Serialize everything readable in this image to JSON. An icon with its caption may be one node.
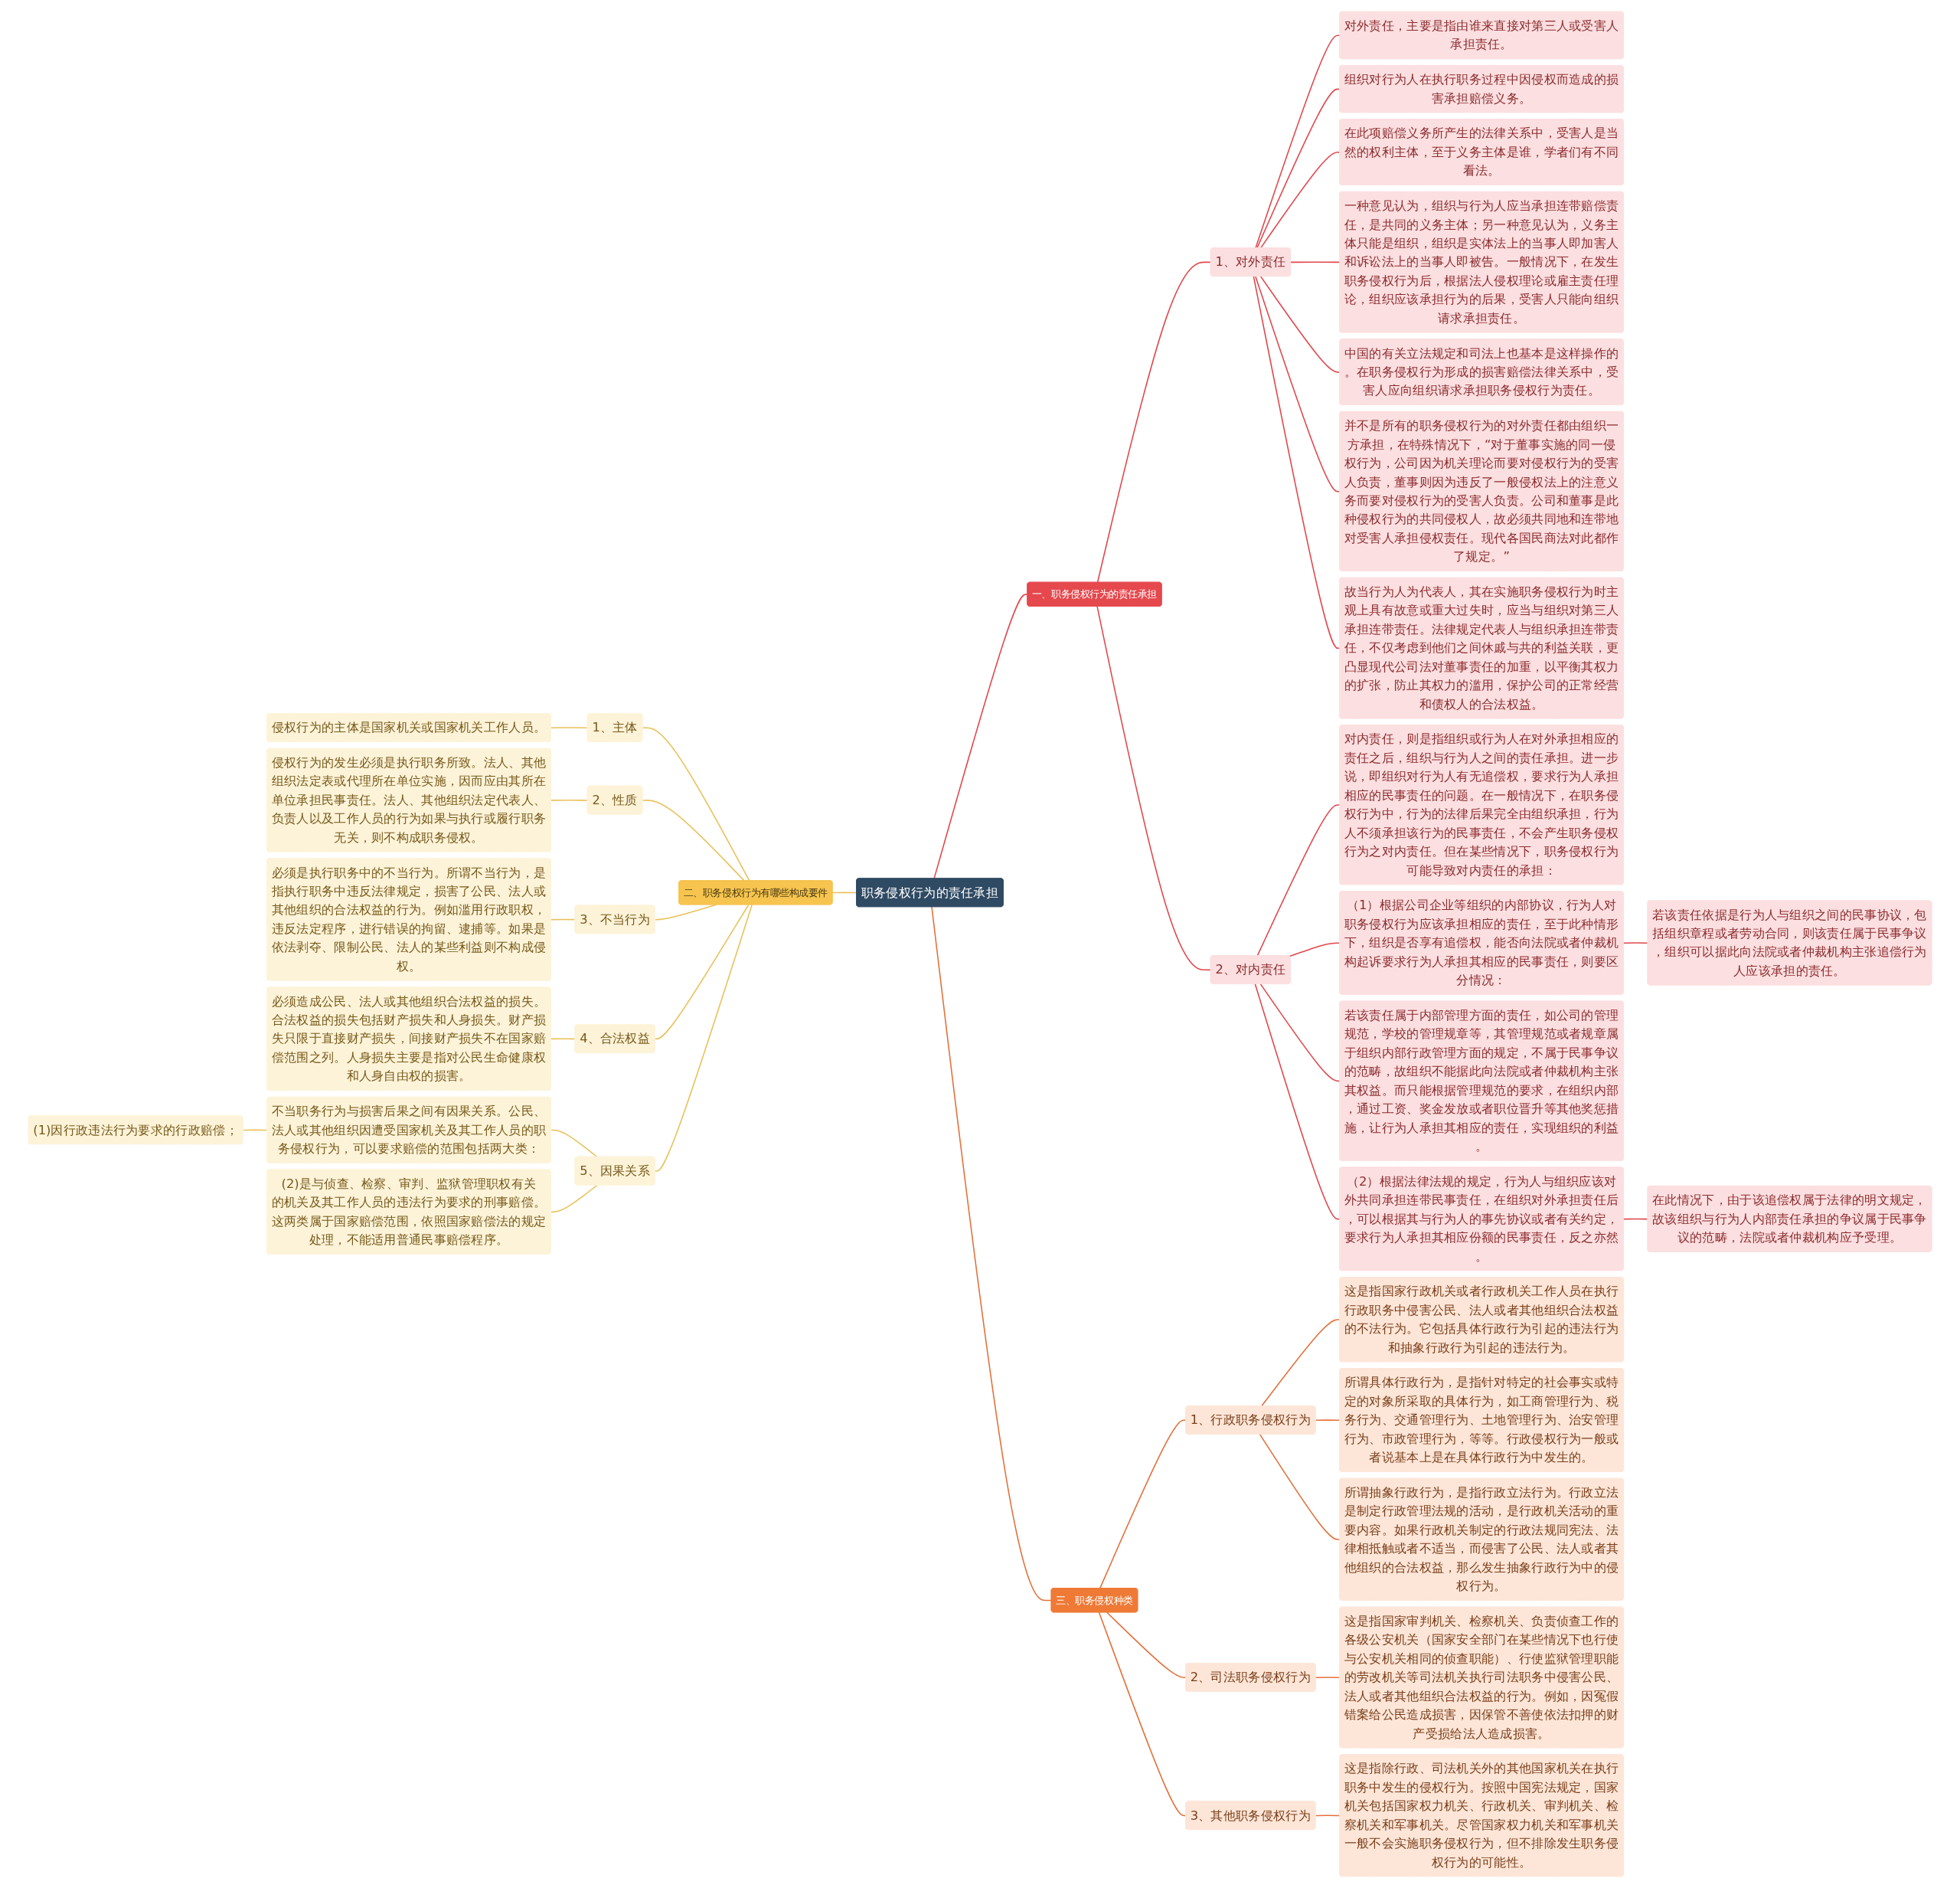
{
  "diagram": {
    "nodes": [
      {
        "text": [
          "职务侵权行为的责任承担"
        ]
      },
      {
        "text": [
          "一、职务侵权行为的责任承担"
        ]
      },
      {
        "text": [
          "1、对外责任"
        ]
      },
      {
        "text": [
          "对外责任，主要是指由谁来直接对第三人或受害人承担责任。"
        ]
      },
      {
        "text": [
          "组织对行为人在执行职务过程中因侵权而造成的损害承担赔偿义务。"
        ]
      },
      {
        "text": [
          "在此项赔偿义务所产生的法律关系中，受害人是当然的权利主体，至于义务主体是谁，学者们有不同看法。"
        ]
      },
      {
        "text": [
          "一种意见认为，组织与行为人应当承担连带赔偿责任，是共同的义务主体；另一种意见认为，义务主体只能是组织，组织是实体法上的当事人即加害人和诉讼法上的当事人即被告。一般情况下，在发生职务侵权行为后，根据法人侵权理论或雇主责任理论，组织应该承担行为的后果，受害人只能向组织请求承担责任。"
        ]
      },
      {
        "text": [
          "中国的有关立法规定和司法上也基本是这样操作的。在职务侵权行为形成的损害赔偿法律关系中，受害人应向组织请求承担职务侵权行为责任。"
        ]
      },
      {
        "text": [
          "并不是所有的职务侵权行为的对外责任都由组织一方承担，在特殊情况下，“对于董事实施的同一侵权行为，公司因为机关理论而要对侵权行为的受害人负责，董事则因为违反了一般侵权法上的注意义务而要对侵权行为的受害人负责。公司和董事是此种侵权行为的共同侵权人，故必须共同地和连带地对受害人承担侵权责任。现代各国民商法对此都作了规定。”"
        ]
      },
      {
        "text": [
          "故当行为人为代表人，其在实施职务侵权行为时主观上具有故意或重大过失时，应当与组织对第三人承担连带责任。法律规定代表人与组织承担连带责任，不仅考虑到他们之间休戚与共的利益关联，更凸显现代公司法对董事责任的加重，以平衡其权力的扩张，防止其权力的滥用，保护公司的正常经营和债权人的合法权益。"
        ]
      },
      {
        "text": [
          "2、对内责任"
        ]
      },
      {
        "text": [
          "对内责任，则是指组织或行为人在对外承担相应的责任之后，组织与行为人之间的责任承担。进一步说，即组织对行为人有无追偿权，要求行为人承担相应的民事责任的问题。在一般情况下，在职务侵权行为中，行为的法律后果完全由组织承担，行为人不须承担该行为的民事责任，不会产生职务侵权行为之对内责任。但在某些情况下，职务侵权行为可能导致对内责任的承担："
        ]
      },
      {
        "text": [
          "（1）根据公司企业等组织的内部协议，行为人对职务侵权行为应该承担相应的责任，至于此种情形下，组织是否享有追偿权，能否向法院或者仲裁机构起诉要求行为人承担其相应的民事责任，则要区分情况："
        ]
      },
      {
        "text": [
          "若该责任依据是行为人与组织之间的民事协议，包括组织章程或者劳动合同，则该责任属于民事争议，组织可以据此向法院或者仲裁机构主张追偿行为人应该承担的责任。"
        ]
      },
      {
        "text": [
          "若该责任属于内部管理方面的责任，如公司的管理规范，学校的管理规章等，其管理规范或者规章属于组织内部行政管理方面的规定，不属于民事争议的范畴，故组织不能据此向法院或者仲裁机构主张其权益。而只能根据管理规范的要求，在组织内部，通过工资、奖金发放或者职位晋升等其他奖惩措施，让行为人承担其相应的责任，实现组织的利益。"
        ]
      },
      {
        "text": [
          "（2）根据法律法规的规定，行为人与组织应该对外共同承担连带民事责任，在组织对外承担责任后，可以根据其与行为人的事先协议或者有关约定，要求行为人承担其相应份额的民事责任，反之亦然。"
        ]
      },
      {
        "text": [
          "在此情况下，由于该追偿权属于法律的明文规定，故该组织与行为人内部责任承担的争议属于民事争议的范畴，法院或者仲裁机构应予受理。"
        ]
      },
      {
        "text": [
          "二、职务侵权行为有哪些构成要件"
        ]
      },
      {
        "text": [
          "1、主体"
        ]
      },
      {
        "text": [
          "侵权行为的主体是国家机关或国家机关工作人员。"
        ]
      },
      {
        "text": [
          "2、性质"
        ]
      },
      {
        "text": [
          "侵权行为的发生必须是执行职务所致。法人、其他组织法定表或代理所在单位实施，因而应由其所在单位承担民事责任。法人、其他组织法定代表人、负责人以及工作人员的行为如果与执行或履行职务无关，则不构成职务侵权。"
        ]
      },
      {
        "text": [
          "3、不当行为"
        ]
      },
      {
        "text": [
          "必须是执行职务中的不当行为。所谓不当行为，是指执行职务中违反法律规定，损害了公民、法人或其他组织的合法权益的行为。例如滥用行政职权，违反法定程序，进行错误的拘留、逮捕等。如果是依法剥夺、限制公民、法人的某些利益则不构成侵权。"
        ]
      },
      {
        "text": [
          "4、合法权益"
        ]
      },
      {
        "text": [
          "必须造成公民、法人或其他组织合法权益的损失。合法权益的损失包括财产损失和人身损失。财产损失只限于直接财产损失，间接财产损失不在国家赔偿范围之列。人身损失主要是指对公民生命健康权和人身自由权的损害。"
        ]
      },
      {
        "text": [
          "5、因果关系"
        ]
      },
      {
        "text": [
          "不当职务行为与损害后果之间有因果关系。公民、法人或其他组织因遭受国家机关及其工作人员的职务侵权行为，可以要求赔偿的范围包括两大类："
        ]
      },
      {
        "text": [
          "(1)因行政违法行为要求的行政赔偿；"
        ]
      },
      {
        "text": [
          "(2)是与侦查、检察、审判、监狱管理职权有关的机关及其工作人员的违法行为要求的刑事赔偿。这两类属于国家赔偿范围，依照国家赔偿法的规定处理，不能适用普通民事赔偿程序。"
        ]
      },
      {
        "text": [
          "三、职务侵权种类"
        ]
      },
      {
        "text": [
          "1、行政职务侵权行为"
        ]
      },
      {
        "text": [
          "这是指国家行政机关或者行政机关工作人员在执行行政职务中侵害公民、法人或者其他组织合法权益的不法行为。它包括具体行政行为引起的违法行为和抽象行政行为引起的违法行为。"
        ]
      },
      {
        "text": [
          "所谓具体行政行为，是指针对特定的社会事实或特定的对象所采取的具体行为，如工商管理行为、税务行为、交通管理行为、土地管理行为、治安管理行为、市政管理行为，等等。行政侵权行为一般或者说基本上是在具体行政行为中发生的。"
        ]
      },
      {
        "text": [
          "所谓抽象行政行为，是指行政立法行为。行政立法是制定行政管理法规的活动，是行政机关活动的重要内容。如果行政机关制定的行政法规同宪法、法律相抵触或者不适当，而侵害了公民、法人或者其他组织的合法权益，那么发生抽象行政行为中的侵权行为。"
        ]
      },
      {
        "text": [
          "2、司法职务侵权行为"
        ]
      },
      {
        "text": [
          "这是指国家审判机关、检察机关、负责侦查工作的各级公安机关（国家安全部门在某些情况下也行使与公安机关相同的侦查职能）、行使监狱管理职能的劳改机关等司法机关执行司法职务中侵害公民、法人或者其他组织合法权益的行为。例如，因冤假错案给公民造成损害，因保管不善使依法扣押的财产受损给法人造成损害。"
        ]
      },
      {
        "text": [
          "3、其他职务侵权行为"
        ]
      },
      {
        "text": [
          "这是指除行政、司法机关外的其他国家机关在执行职务中发生的侵权行为。按照中国宪法规定，国家机关包括国家权力机关、行政机关、审判机关、检察机关和军事机关。尽管国家权力机关和军事机关一般不会实施职务侵权行为，但不排除发生职务侵权行为的可能性。"
        ]
      }
    ],
    "edges": [
      {
        "from": 0,
        "to": 1,
        "arrow": "none"
      },
      {
        "from": 1,
        "to": 2,
        "arrow": "none"
      },
      {
        "from": 2,
        "to": 3,
        "arrow": "none"
      },
      {
        "from": 2,
        "to": 4,
        "arrow": "none"
      },
      {
        "from": 2,
        "to": 5,
        "arrow": "none"
      },
      {
        "from": 2,
        "to": 6,
        "arrow": "none"
      },
      {
        "from": 2,
        "to": 7,
        "arrow": "none"
      },
      {
        "from": 2,
        "to": 8,
        "arrow": "none"
      },
      {
        "from": 2,
        "to": 9,
        "arrow": "none"
      },
      {
        "from": 1,
        "to": 10,
        "arrow": "none"
      },
      {
        "from": 10,
        "to": 11,
        "arrow": "none"
      },
      {
        "from": 10,
        "to": 12,
        "arrow": "none"
      },
      {
        "from": 12,
        "to": 13,
        "arrow": "none"
      },
      {
        "from": 10,
        "to": 14,
        "arrow": "none"
      },
      {
        "from": 10,
        "to": 15,
        "arrow": "none"
      },
      {
        "from": 15,
        "to": 16,
        "arrow": "none"
      },
      {
        "from": 17,
        "to": 0,
        "arrow": "none",
        "color": "#e8c15a"
      },
      {
        "from": 18,
        "to": 17,
        "arrow": "none",
        "color": "#e8c15a"
      },
      {
        "from": 19,
        "to": 18,
        "arrow": "none",
        "color": "#e8c15a"
      },
      {
        "from": 20,
        "to": 17,
        "arrow": "none",
        "color": "#e8c15a"
      },
      {
        "from": 21,
        "to": 20,
        "arrow": "none",
        "color": "#e8c15a"
      },
      {
        "from": 22,
        "to": 17,
        "arrow": "none",
        "color": "#e8c15a"
      },
      {
        "from": 23,
        "to": 22,
        "arrow": "none",
        "color": "#e8c15a"
      },
      {
        "from": 24,
        "to": 17,
        "arrow": "none",
        "color": "#e8c15a"
      },
      {
        "from": 25,
        "to": 24,
        "arrow": "none",
        "color": "#e8c15a"
      },
      {
        "from": 26,
        "to": 17,
        "arrow": "none",
        "color": "#e8c15a"
      },
      {
        "from": 27,
        "to": 26,
        "arrow": "none",
        "color": "#e8c15a"
      },
      {
        "from": 28,
        "to": 27,
        "arrow": "none",
        "color": "#e8c15a"
      },
      {
        "from": 29,
        "to": 26,
        "arrow": "none",
        "color": "#e8c15a"
      },
      {
        "from": 0,
        "to": 30,
        "arrow": "none",
        "color": "#e2703a"
      },
      {
        "from": 30,
        "to": 31,
        "arrow": "none",
        "color": "#e2703a"
      },
      {
        "from": 31,
        "to": 32,
        "arrow": "none",
        "color": "#e2703a"
      },
      {
        "from": 31,
        "to": 33,
        "arrow": "none",
        "color": "#e2703a"
      },
      {
        "from": 31,
        "to": 34,
        "arrow": "none",
        "color": "#e2703a"
      },
      {
        "from": 30,
        "to": 35,
        "arrow": "none",
        "color": "#e2703a"
      },
      {
        "from": 35,
        "to": 36,
        "arrow": "none",
        "color": "#e2703a"
      },
      {
        "from": 30,
        "to": 37,
        "arrow": "none",
        "color": "#e2703a"
      },
      {
        "from": 37,
        "to": 38,
        "arrow": "none",
        "color": "#e2703a"
      }
    ]
  }
}
